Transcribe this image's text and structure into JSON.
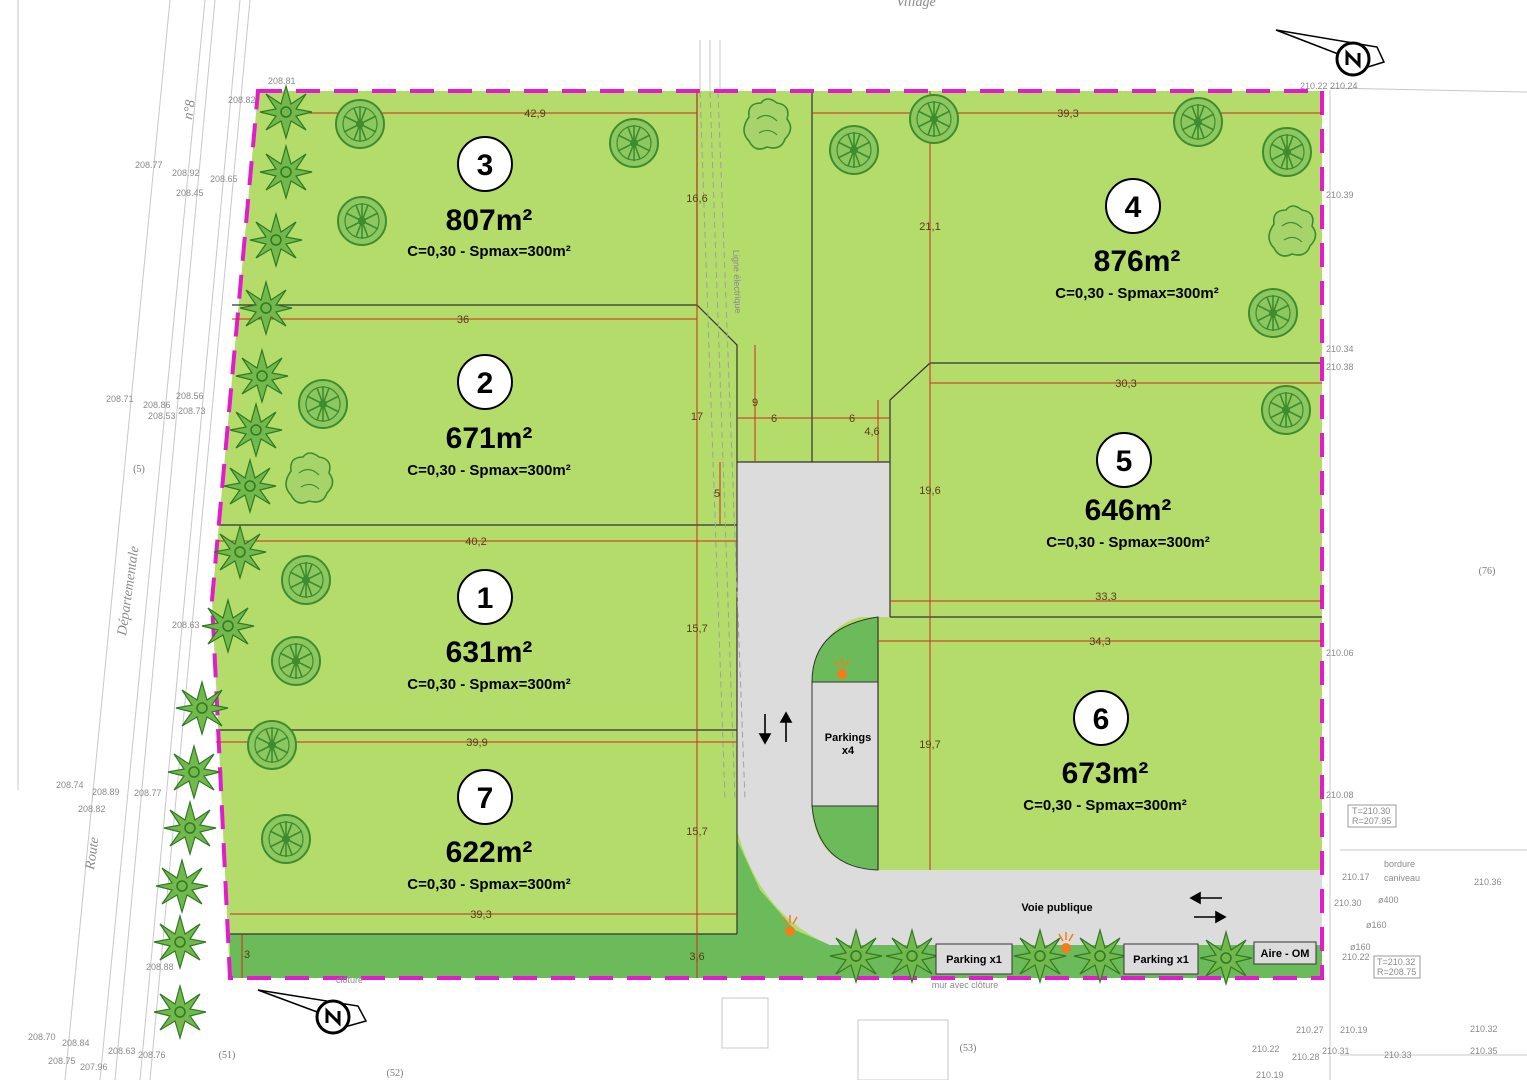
{
  "site": {
    "top_label": "Village",
    "road_words": [
      "Route",
      "Départementale",
      "n°8"
    ],
    "power_line_label": "Ligne électrique",
    "public_road_label": "Voie publique",
    "wall_label": "mur avec clôture",
    "fence_label": "clôture",
    "curb_label": "bordure",
    "gutter_label": "caniveau"
  },
  "lots": [
    {
      "number": "3",
      "area": "807m²",
      "rule": "C=0,30 - Spmax=300m²"
    },
    {
      "number": "2",
      "area": "671m²",
      "rule": "C=0,30 - Spmax=300m²"
    },
    {
      "number": "1",
      "area": "631m²",
      "rule": "C=0,30 - Spmax=300m²"
    },
    {
      "number": "7",
      "area": "622m²",
      "rule": "C=0,30 - Spmax=300m²"
    },
    {
      "number": "4",
      "area": "876m²",
      "rule": "C=0,30 - Spmax=300m²"
    },
    {
      "number": "5",
      "area": "646m²",
      "rule": "C=0,30 - Spmax=300m²"
    },
    {
      "number": "6",
      "area": "673m²",
      "rule": "C=0,30 - Spmax=300m²"
    }
  ],
  "dimensions": [
    "42,9",
    "39,3",
    "16,6",
    "21,1",
    "36",
    "30,3",
    "17",
    "9",
    "6",
    "6",
    "4,6",
    "5",
    "19,6",
    "40,2",
    "33,3",
    "34,3",
    "15,7",
    "19,7",
    "39,9",
    "15,7",
    "39,3",
    "3",
    "3,6"
  ],
  "parking": {
    "main_label_line1": "Parkings",
    "main_label_line2": "x4",
    "single_1": "Parking x1",
    "single_2": "Parking x1",
    "waste_area": "Aire - OM"
  },
  "parcels": [
    "(5)",
    "(76)",
    "(51)",
    "(52)",
    "(53)"
  ],
  "elevations_left": [
    "208.81",
    "208.82",
    "208.77",
    "208.92",
    "208.45",
    "208.65",
    "208.71",
    "208.86",
    "208.53",
    "208.56",
    "208.73",
    "208.63",
    "208.74",
    "208.89",
    "208.82",
    "208.77",
    "208.88",
    "208.70",
    "208.84",
    "208.75",
    "207.96",
    "208.63",
    "208.76"
  ],
  "elevations_right": [
    "210.22",
    "210.24",
    "210.39",
    "210.34",
    "210.38",
    "210.06",
    "210.08",
    "210.17",
    "210.36",
    "210.30",
    "210.22",
    "210.27",
    "210.19",
    "210.32",
    "210.35",
    "210.22",
    "210.19",
    "210.28",
    "210.31",
    "210.33"
  ],
  "markers_right": [
    "T=210.30",
    "R=207.95",
    "T=210.32",
    "R=208.75",
    "ø400",
    "ø160",
    "ø160"
  ],
  "colors": {
    "lot_green": "#b3dc6b",
    "strip_green": "#6cbb5a",
    "road_grey": "#dcdcdc",
    "boundary_magenta": "#e21ccd",
    "dimension_red": "#d2291a",
    "tree_green": "#3f8c2e",
    "lamp_orange": "#f37d1a"
  },
  "icons": [
    "north-arrow-icon",
    "tree-icon",
    "palm-icon",
    "street-lamp-icon",
    "traffic-arrow-icon"
  ]
}
